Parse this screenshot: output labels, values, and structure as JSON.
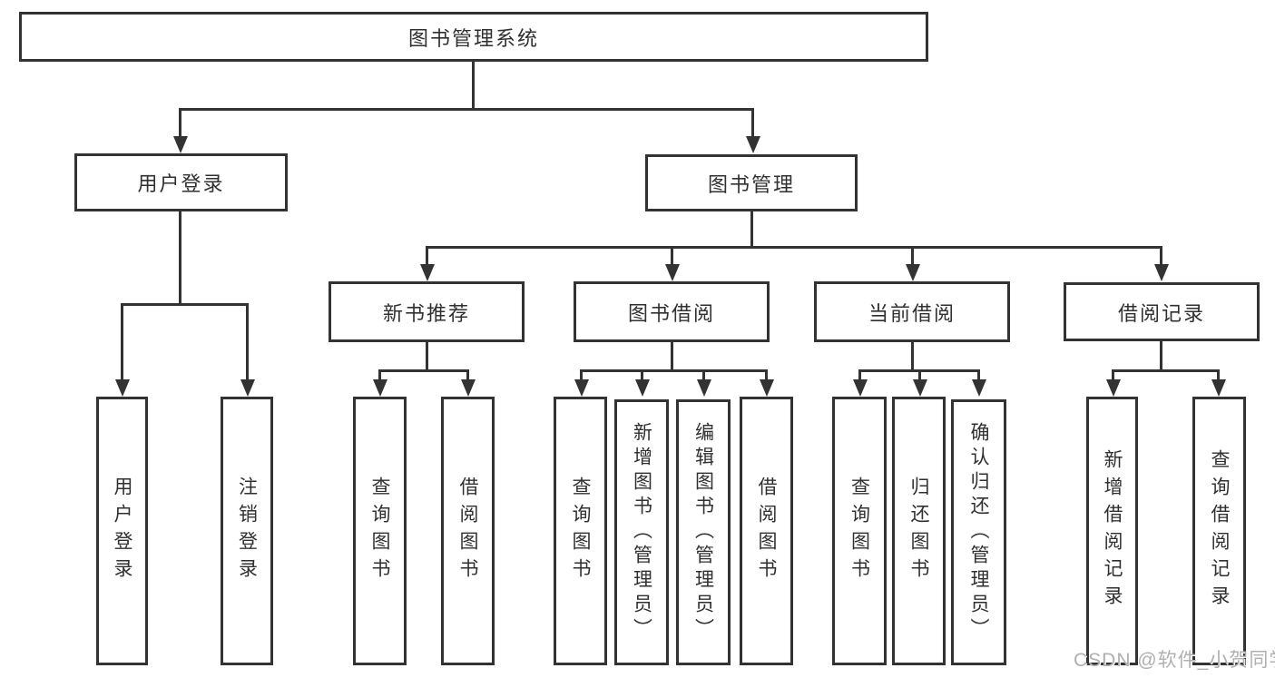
{
  "root": {
    "label": "图书管理系统"
  },
  "branches": {
    "user_login": {
      "label": "用户登录",
      "children": [
        {
          "label": "用户登录"
        },
        {
          "label": "注销登录"
        }
      ]
    },
    "book_mgmt": {
      "label": "图书管理",
      "modules": [
        {
          "label": "新书推荐",
          "children": [
            {
              "label": "查询图书"
            },
            {
              "label": "借阅图书"
            }
          ]
        },
        {
          "label": "图书借阅",
          "children": [
            {
              "label": "查询图书"
            },
            {
              "label": "新增图书（管理员）"
            },
            {
              "label": "编辑图书（管理员）"
            },
            {
              "label": "借阅图书"
            }
          ]
        },
        {
          "label": "当前借阅",
          "children": [
            {
              "label": "查询图书"
            },
            {
              "label": "归还图书"
            },
            {
              "label": "确认归还（管理员）"
            }
          ]
        },
        {
          "label": "借阅记录",
          "children": [
            {
              "label": "新增借阅记录"
            },
            {
              "label": "查询借阅记录"
            }
          ]
        }
      ]
    }
  },
  "watermark": "CSDN @软件_小贺同学",
  "colors": {
    "line": "#333333",
    "text": "#303030",
    "watermark": "#b0b0b0",
    "background": "#ffffff"
  }
}
